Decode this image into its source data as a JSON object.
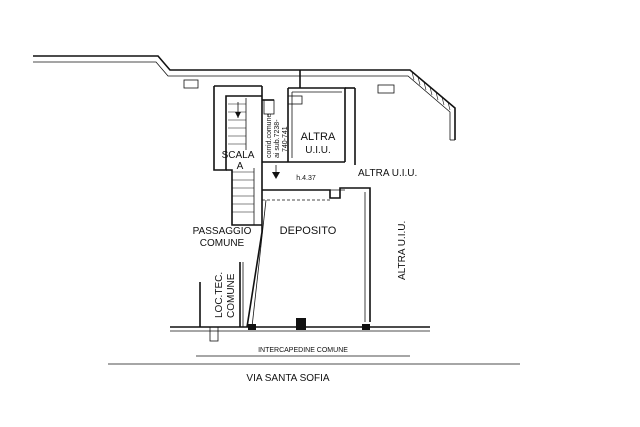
{
  "plan": {
    "labels": {
      "scala": "SCALA",
      "scala_letter": "A",
      "altra_uiu_top_1": "ALTRA",
      "altra_uiu_top_2": "U.I.U.",
      "altra_uiu_right": "ALTRA U.I.U.",
      "altra_uiu_vertical": "ALTRA U.I.U.",
      "deposito": "DEPOSITO",
      "height": "h.4.37",
      "passaggio_1": "PASSAGGIO",
      "passaggio_2": "COMUNE",
      "loc_tec_1": "LOC.TEC.",
      "loc_tec_2": "COMUNE",
      "corridoio_1": "corrid.comune",
      "corridoio_2": "ai sub.7238-",
      "corridoio_3": "740-741",
      "intercapedine": "INTERCAPEDINE COMUNE",
      "street": "VIA SANTA SOFIA"
    }
  }
}
